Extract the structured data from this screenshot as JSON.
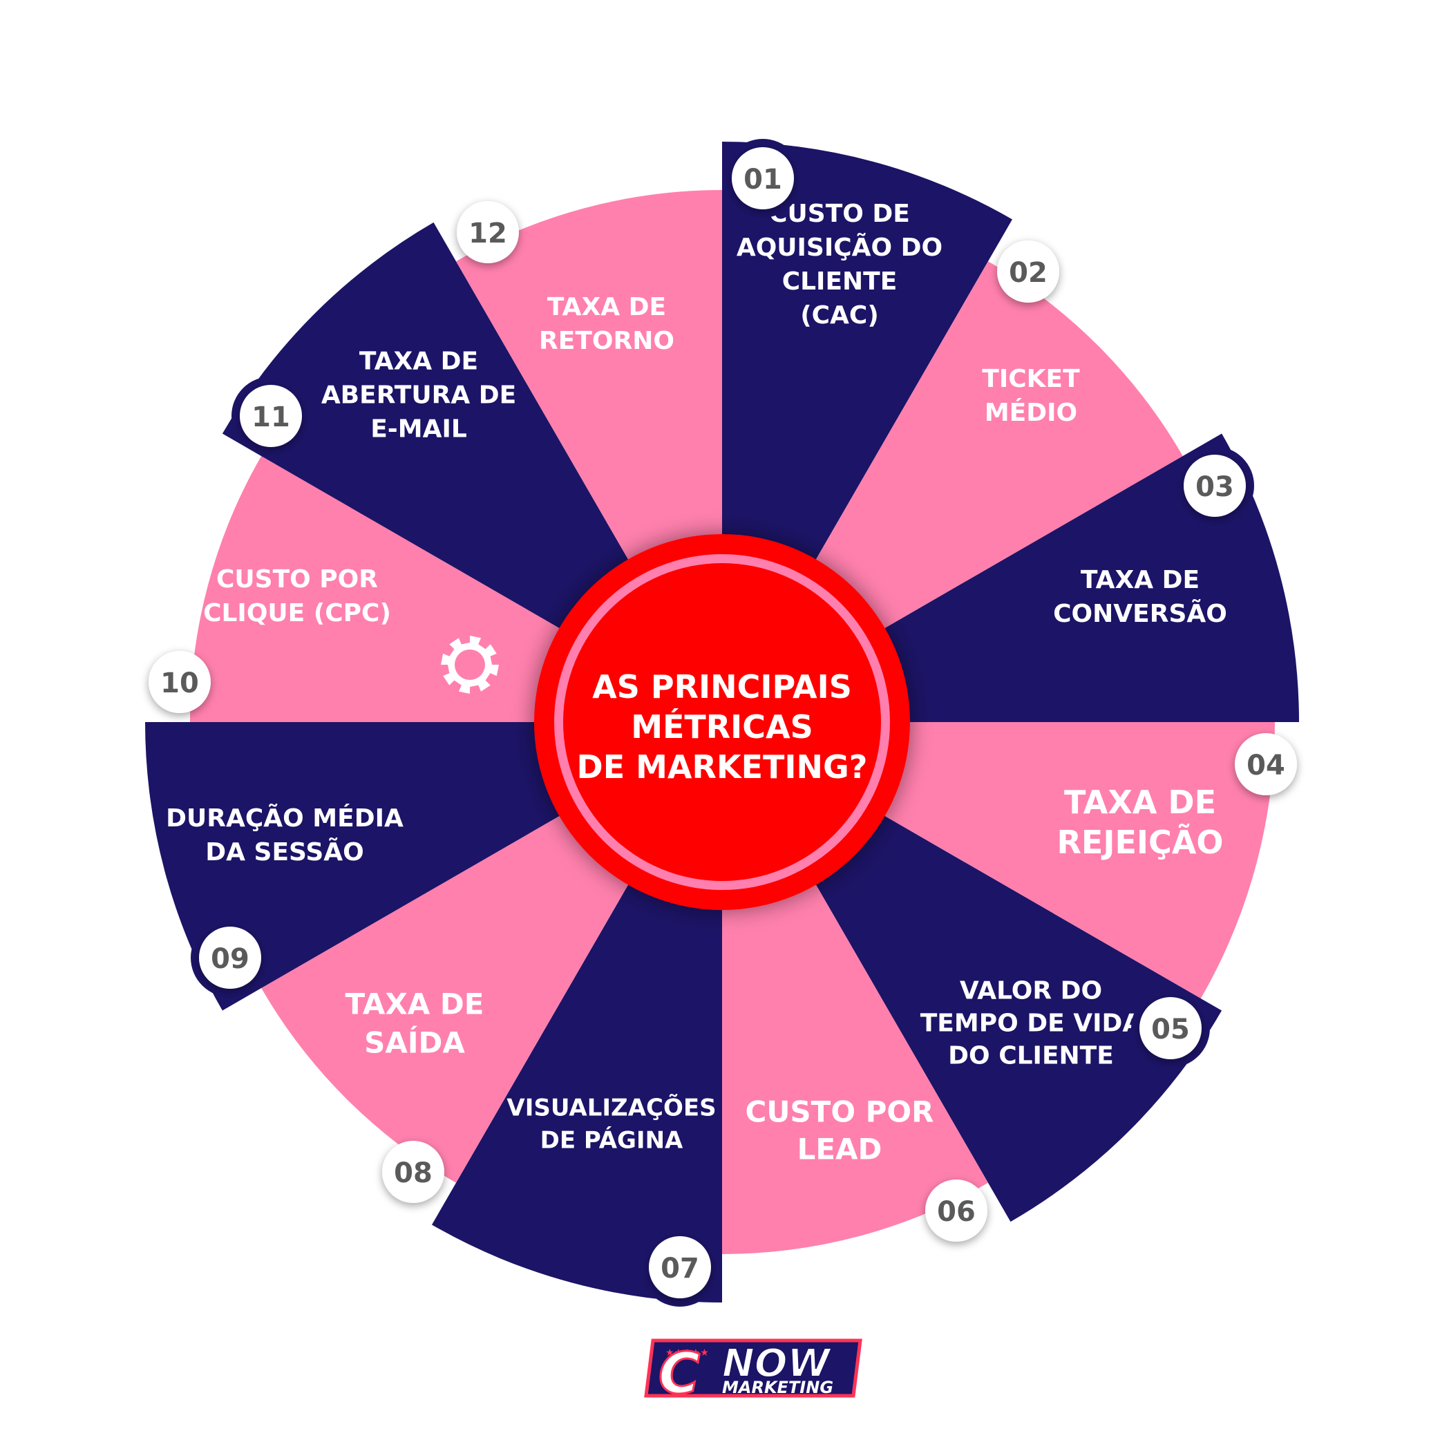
{
  "colors": {
    "navy": "#1c1466",
    "pink": "#ff80ad",
    "center_red": "#ff0000",
    "center_ring": "#ff7fae",
    "badge_bg": "#ffffff",
    "badge_text": "#5a5a5a",
    "label_on_navy": "#ffffff",
    "label_on_pink": "#ffffff"
  },
  "center": {
    "lines": [
      "AS PRINCIPAIS",
      "MÉTRICAS",
      "DE MARKETING?"
    ]
  },
  "segments": [
    {
      "number": "01",
      "lines": [
        "CUSTO DE",
        "AQUISIÇÃO DO",
        "CLIENTE",
        "(CAC)"
      ],
      "color": "navy"
    },
    {
      "number": "02",
      "lines": [
        "TICKET",
        "MÉDIO"
      ],
      "color": "pink"
    },
    {
      "number": "03",
      "lines": [
        "TAXA DE",
        "CONVERSÃO"
      ],
      "color": "navy"
    },
    {
      "number": "04",
      "lines": [
        "TAXA DE",
        "REJEIÇÃO"
      ],
      "color": "pink"
    },
    {
      "number": "05",
      "lines": [
        "VALOR DO",
        "TEMPO DE VIDA",
        "DO CLIENTE"
      ],
      "color": "navy"
    },
    {
      "number": "06",
      "lines": [
        "CUSTO POR",
        "LEAD"
      ],
      "color": "pink"
    },
    {
      "number": "07",
      "lines": [
        "VISUALIZAÇÕES",
        "DE PÁGINA"
      ],
      "color": "navy"
    },
    {
      "number": "08",
      "lines": [
        "TAXA DE",
        "SAÍDA"
      ],
      "color": "pink"
    },
    {
      "number": "09",
      "lines": [
        "DURAÇÃO MÉDIA",
        "DA SESSÃO"
      ],
      "color": "navy"
    },
    {
      "number": "10",
      "lines": [
        "CUSTO POR",
        "CLIQUE (CPC)"
      ],
      "color": "pink"
    },
    {
      "number": "11",
      "lines": [
        "TAXA DE",
        "ABERTURA DE",
        "E-MAIL"
      ],
      "color": "navy"
    },
    {
      "number": "12",
      "lines": [
        "TAXA DE",
        "RETORNO"
      ],
      "color": "pink"
    }
  ],
  "icons": {
    "gear": "gear-icon",
    "logo_stars": "stars-icon"
  },
  "logo": {
    "letter": "C",
    "word": "NOW",
    "sub": "MARKETING"
  }
}
